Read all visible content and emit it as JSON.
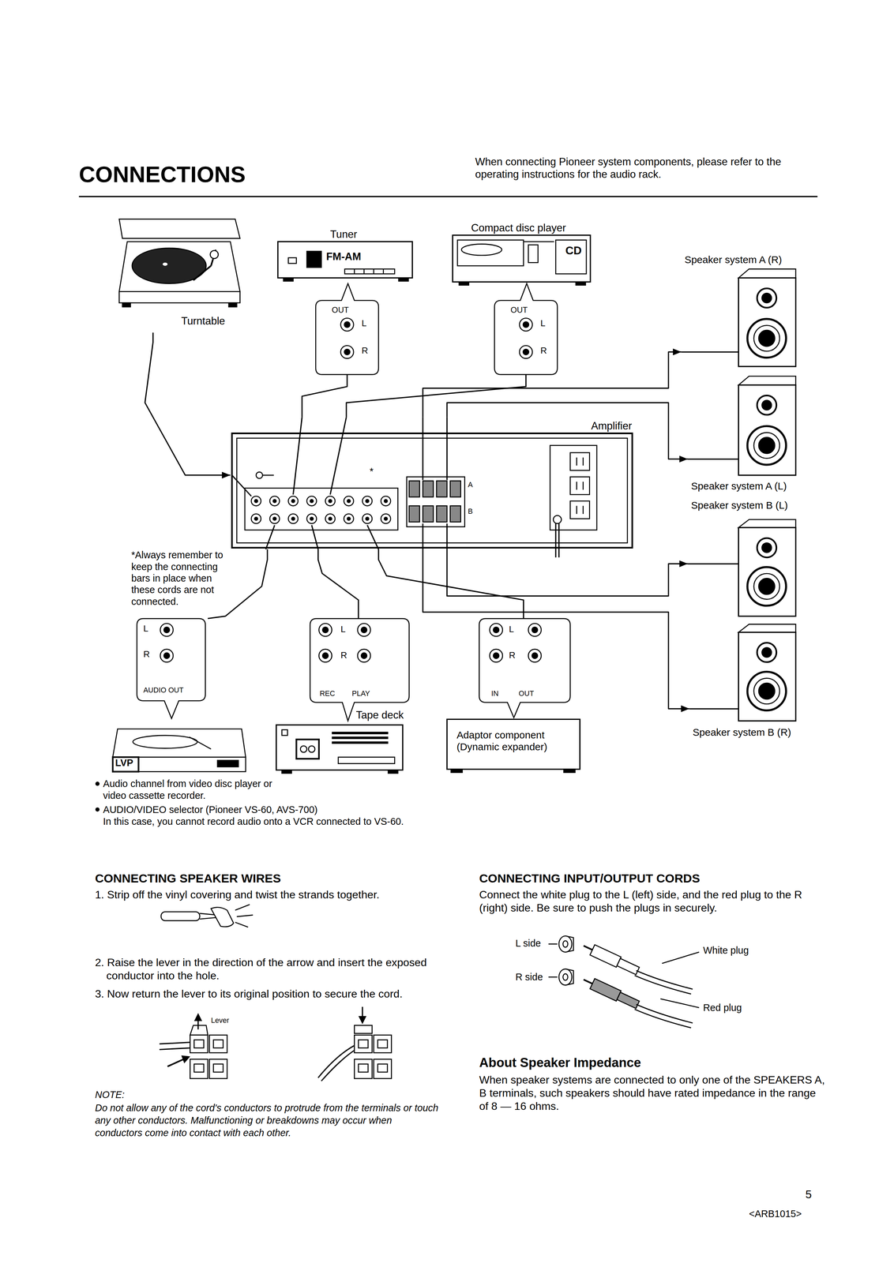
{
  "diagram": {
    "title": "CONNECTIONS",
    "nodes": [
      {
        "text": [
          "Turntable"
        ]
      },
      {
        "text": [
          "Tuner",
          "FM-AM"
        ]
      },
      {
        "text": [
          "OUT",
          "L",
          "R"
        ]
      },
      {
        "text": [
          "Compact disc player",
          "CD"
        ]
      },
      {
        "text": [
          "OUT",
          "L",
          "R"
        ]
      },
      {
        "text": [
          "Speaker system A (R)"
        ]
      },
      {
        "text": [
          "Amplifier"
        ]
      },
      {
        "text": [
          "Speaker system A (L)"
        ]
      },
      {
        "text": [
          "Speaker system B (L)"
        ]
      },
      {
        "text": [
          "Speaker system B (R)"
        ]
      },
      {
        "text": [
          "L",
          "R",
          "AUDIO OUT"
        ]
      },
      {
        "text": [
          "LVP"
        ]
      },
      {
        "text": [
          "L",
          "R",
          "REC",
          "PLAY"
        ]
      },
      {
        "text": [
          "Tape deck"
        ]
      },
      {
        "text": [
          "L",
          "R",
          "IN",
          "OUT"
        ]
      },
      {
        "text": [
          "Adaptor component (Dynamic expander)"
        ]
      }
    ],
    "edges": [
      {
        "from": 0,
        "to": 6,
        "arrow": "to"
      },
      {
        "from": 2,
        "to": 6,
        "arrow": "none"
      },
      {
        "from": 4,
        "to": 6,
        "arrow": "none"
      },
      {
        "from": 6,
        "to": 5,
        "arrow": "to"
      },
      {
        "from": 6,
        "to": 7,
        "arrow": "to"
      },
      {
        "from": 6,
        "to": 8,
        "arrow": "to"
      },
      {
        "from": 6,
        "to": 9,
        "arrow": "to"
      },
      {
        "from": 10,
        "to": 6,
        "arrow": "none"
      },
      {
        "from": 12,
        "to": 6,
        "arrow": "none"
      },
      {
        "from": 14,
        "to": 6,
        "arrow": "none"
      }
    ],
    "labels": [
      "When connecting Pioneer system components, please refer to the operating instructions for the audio rack.",
      "*",
      "*Always remember to keep the connecting bars in place when these cords are not connected.",
      "Audio channel from video disc player or video cassette recorder.",
      "AUDIO/VIDEO selector (Pioneer VS-60, AVS-700)",
      "In this case, you cannot record audio onto a VCR connected to VS-60.",
      "CONNECTING SPEAKER WIRES",
      "1. Strip off the vinyl covering and twist the strands together.",
      "2. Raise the lever in the direction of the arrow and insert the exposed conductor into the hole.",
      "3. Now return the lever to its original position to secure the cord.",
      "Lever",
      "NOTE:",
      "Do not allow any of the cord's conductors to protrude from the terminals or touch any other conductors. Malfunctioning or breakdowns may occur when conductors come into contact with each other.",
      "CONNECTING INPUT/OUTPUT CORDS",
      "Connect the white plug to the L (left) side, and the red plug to the R (right) side. Be sure to push the plugs in securely.",
      "L side",
      "White plug",
      "R side",
      "Red plug",
      "About Speaker Impedance",
      "When speaker systems are connected to only one of the SPEAKERS A, B terminals, such speakers should have rated impedance in the range of 8 — 16 ohms.",
      "5",
      "<ARB1015>",
      "A",
      "B"
    ]
  }
}
